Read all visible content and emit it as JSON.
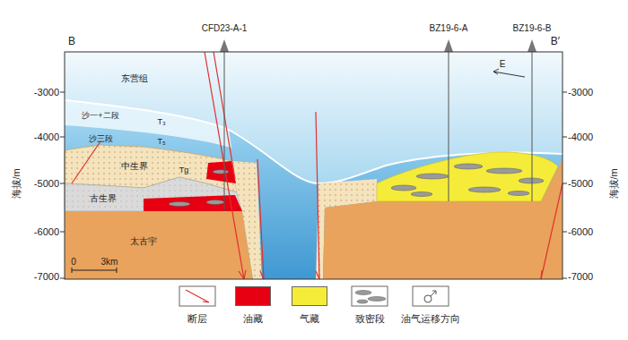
{
  "diagram": {
    "labels": [
      "B",
      "B′",
      "CFD23-A-1",
      "BZ19-6-A",
      "BZ19-6-B",
      "E",
      "东营组",
      "沙一+二段",
      "T₃",
      "沙三段",
      "T₅",
      "中生界",
      "Tg",
      "古生界",
      "太古宇",
      "海拔/m",
      "海拔/m",
      "-3000",
      "-4000",
      "-5000",
      "-6000",
      "-7000",
      "-3000",
      "-4000",
      "-5000",
      "-6000",
      "-7000",
      "0",
      "3km"
    ],
    "legend": [
      {
        "text": "断层"
      },
      {
        "text": "油藏",
        "color": "#e60012"
      },
      {
        "text": "气藏",
        "color": "#f5ec3a"
      },
      {
        "text": "致密段"
      },
      {
        "text": "油气运移方向"
      }
    ]
  }
}
